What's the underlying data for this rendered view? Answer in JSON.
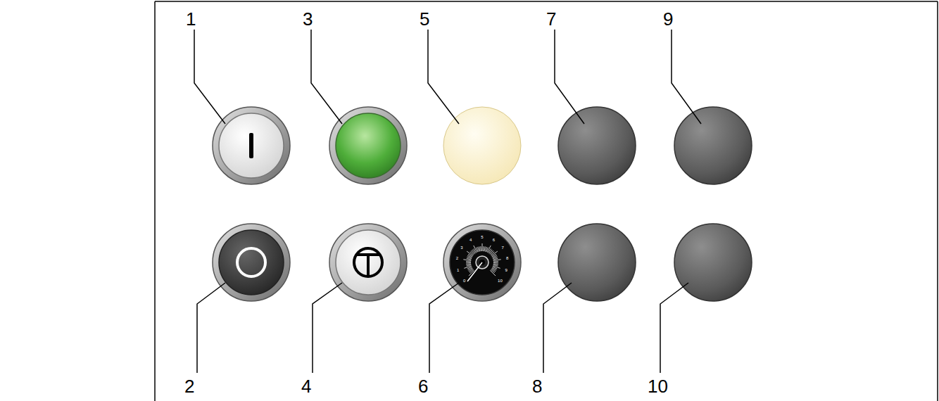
{
  "diagram": {
    "labels": [
      "1",
      "3",
      "5",
      "7",
      "9",
      "2",
      "4",
      "6",
      "8",
      "10",
      "0",
      "1",
      "2",
      "3",
      "4",
      "5",
      "6",
      "7",
      "8",
      "9",
      "10"
    ]
  }
}
